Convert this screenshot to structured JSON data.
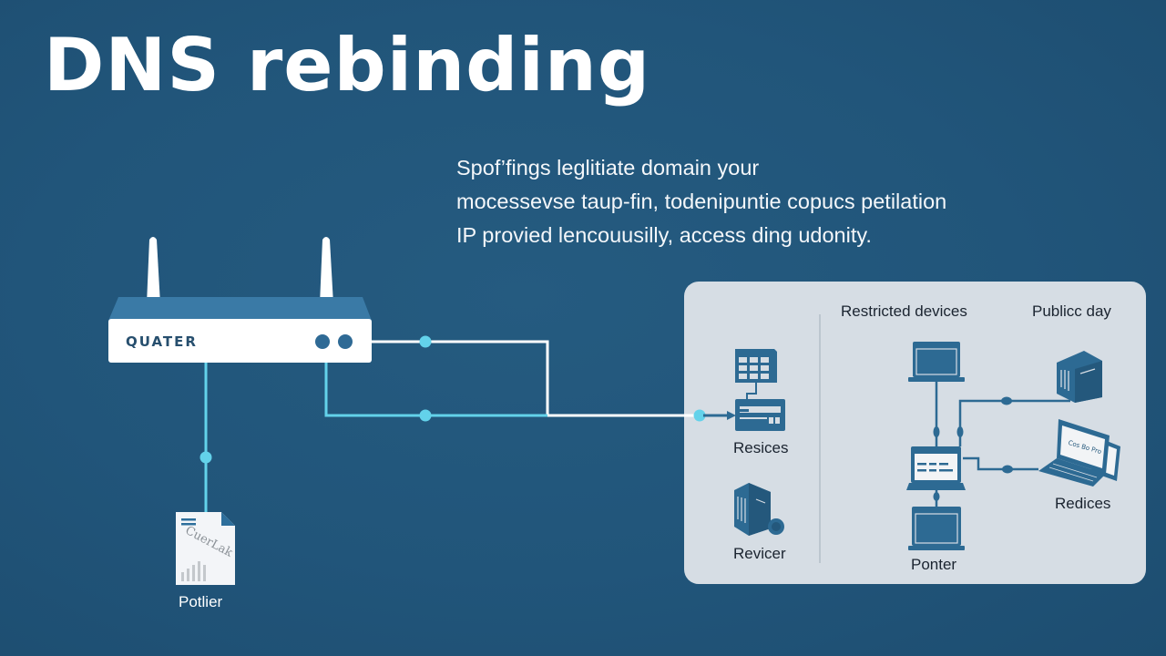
{
  "title": "DNS rebinding",
  "description": {
    "lines": [
      "Spof’fings leglitiate domain your",
      "mocessevse taup-fin, todenipuntie copucs petilation",
      "IP provied lencouusilly, access ding udonity."
    ]
  },
  "router": {
    "label": "QUATER",
    "icon": "wifi-router-icon"
  },
  "file": {
    "label": "Potlier",
    "watermark": "CuerLak",
    "icon": "document-chart-icon"
  },
  "panel": {
    "headers": {
      "restricted": "Restricted devices",
      "public": "Publicc day"
    },
    "nodes": {
      "resices": {
        "label": "Resices",
        "icon": "network-switch-icon"
      },
      "revicer": {
        "label": "Revicer",
        "icon": "server-key-icon"
      },
      "top_laptop": {
        "label": "",
        "icon": "laptop-icon"
      },
      "center_laptop": {
        "label": "",
        "icon": "laptop-icon"
      },
      "ponter": {
        "label": "Ponter",
        "icon": "laptop-icon"
      },
      "server": {
        "label": "",
        "icon": "server-tower-icon"
      },
      "redices": {
        "label": "Redices",
        "icon": "laptops-icon",
        "screen_text": "Cos Bo Pro"
      }
    }
  },
  "colors": {
    "background": "#21557a",
    "accent_wire": "#63d2ea",
    "white_wire": "#ffffff",
    "panel_bg": "#d6dde4",
    "icon_blue": "#2d6a93",
    "router_top": "#3a7aa6"
  }
}
